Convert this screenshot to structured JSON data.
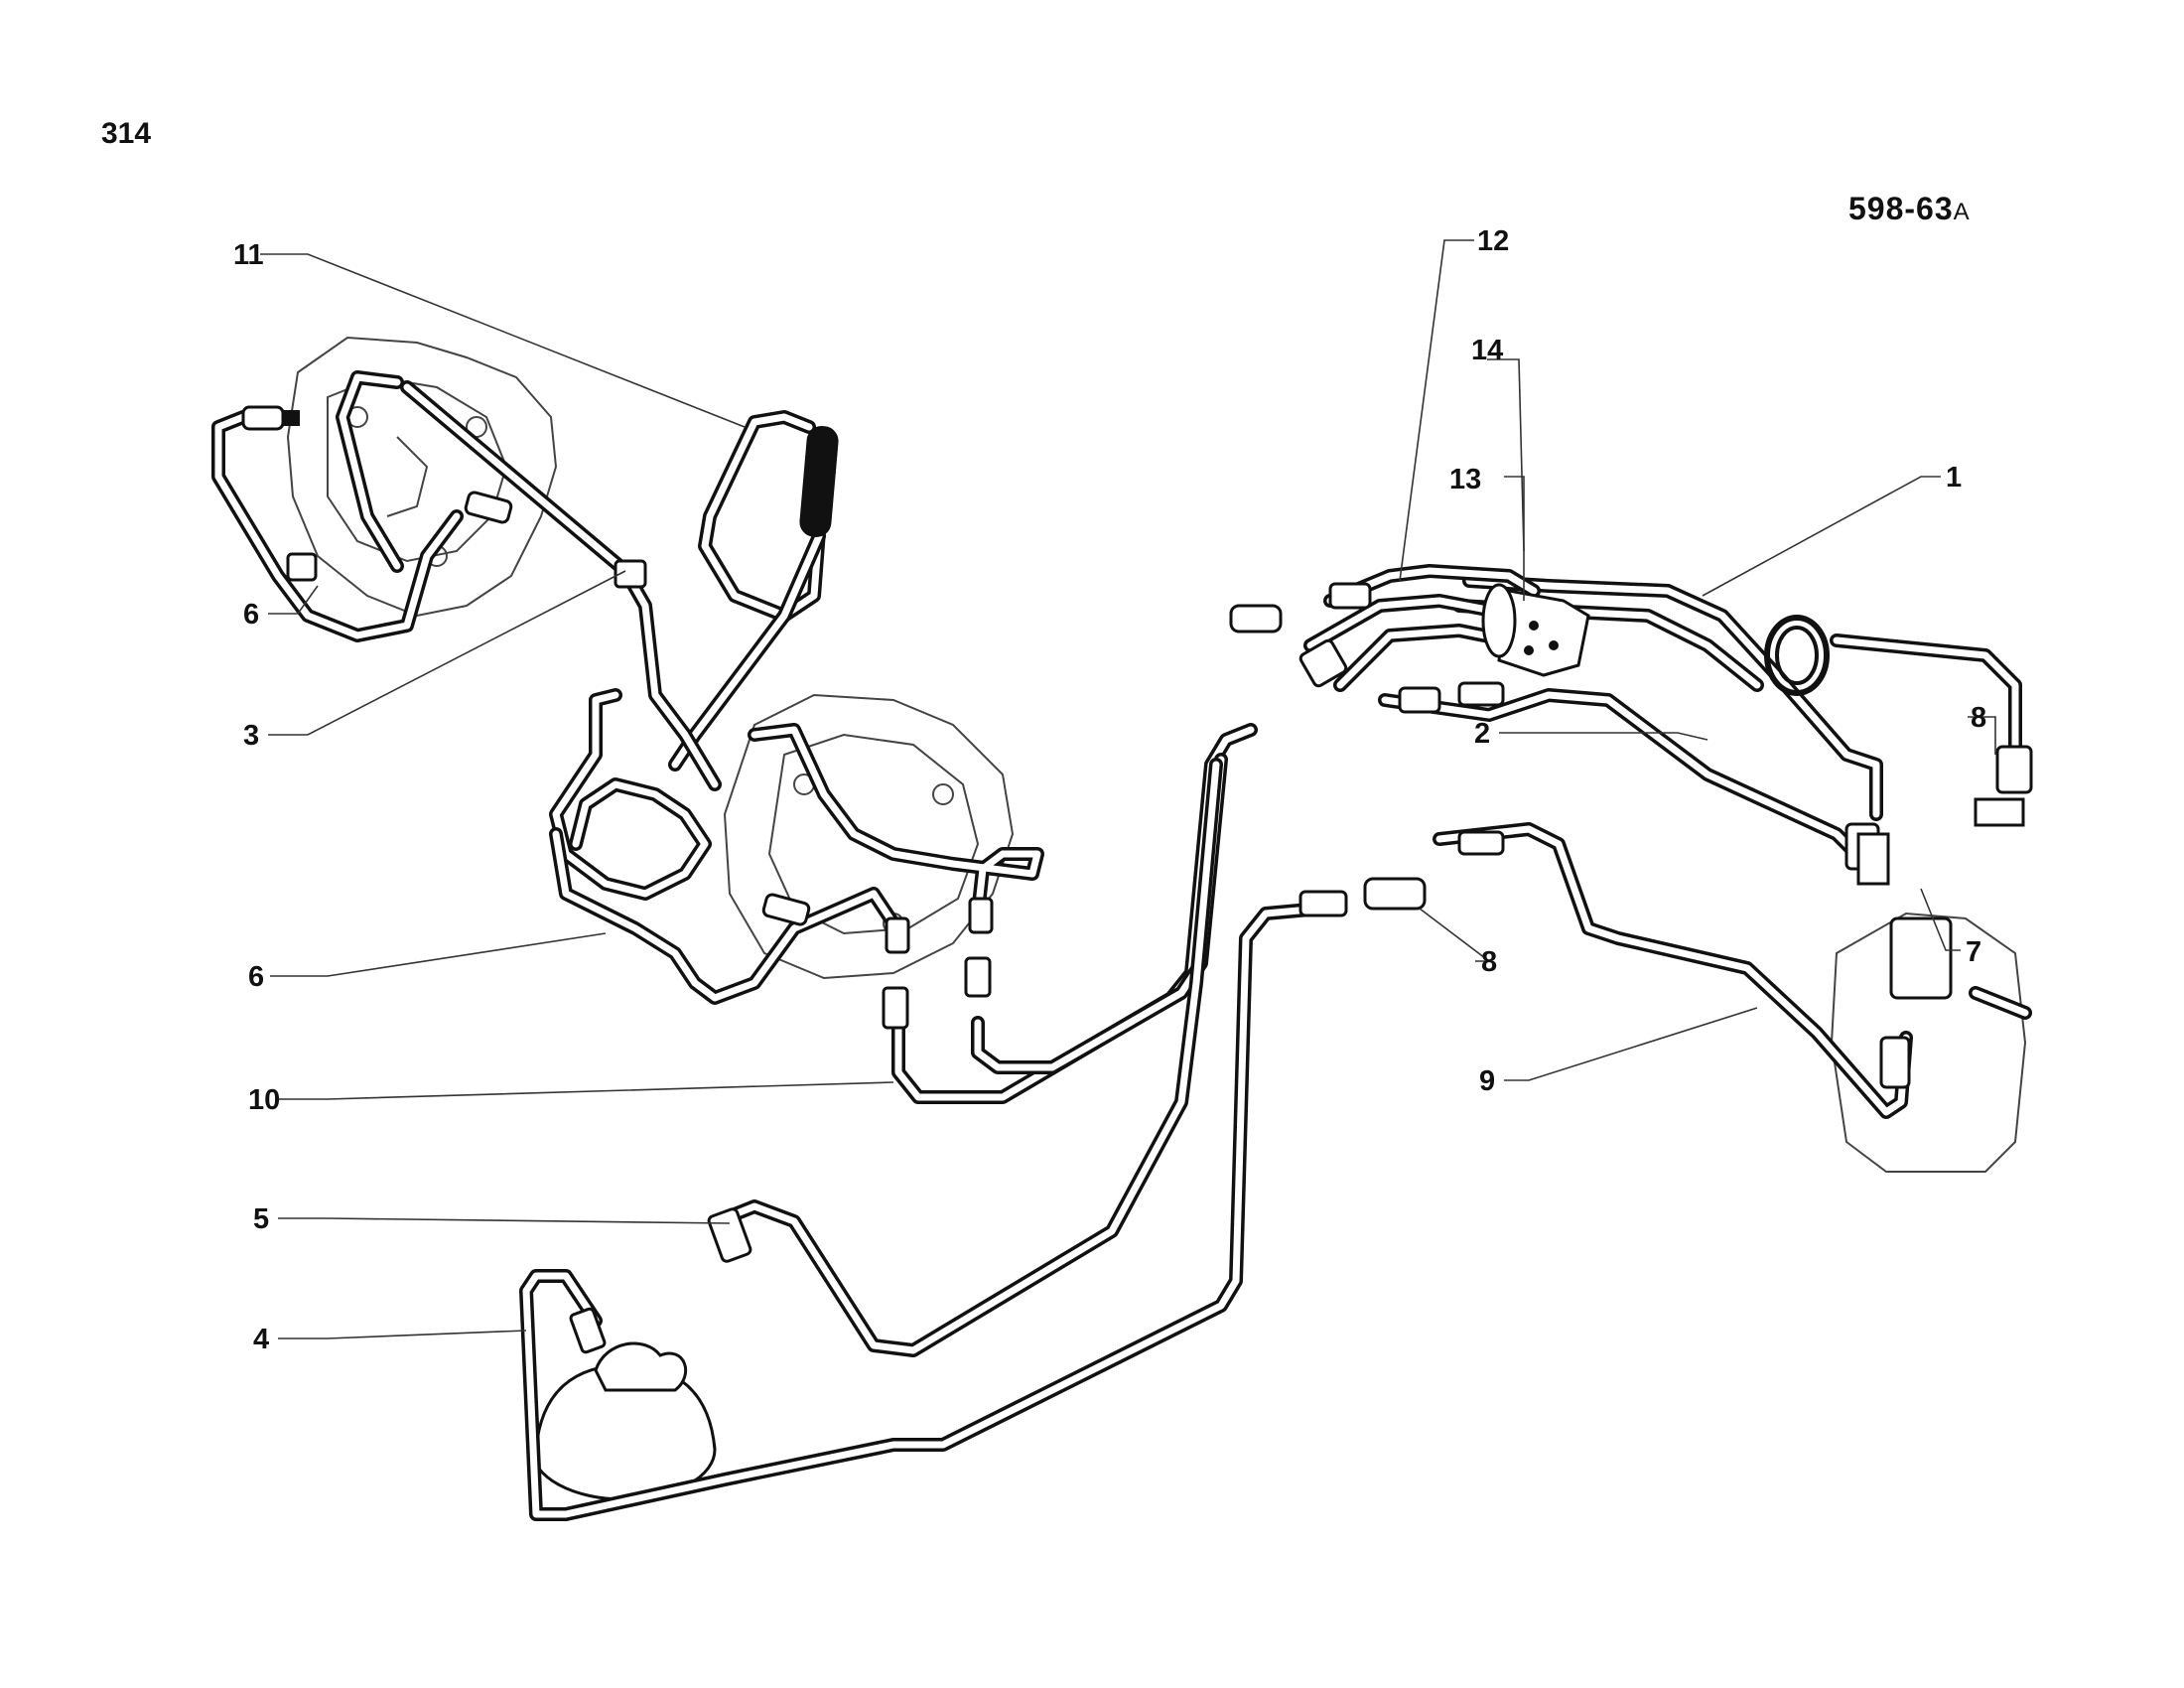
{
  "page": {
    "number": "314",
    "figure_code": "598-63",
    "figure_code_suffix": "A"
  },
  "callouts": [
    {
      "id": "c1",
      "label": "1"
    },
    {
      "id": "c2",
      "label": "2"
    },
    {
      "id": "c3",
      "label": "3"
    },
    {
      "id": "c4",
      "label": "4"
    },
    {
      "id": "c5",
      "label": "5"
    },
    {
      "id": "c6a",
      "label": "6"
    },
    {
      "id": "c6b",
      "label": "6"
    },
    {
      "id": "c7",
      "label": "7"
    },
    {
      "id": "c8a",
      "label": "8"
    },
    {
      "id": "c8b",
      "label": "8"
    },
    {
      "id": "c9",
      "label": "9"
    },
    {
      "id": "c10",
      "label": "10"
    },
    {
      "id": "c11",
      "label": "11"
    },
    {
      "id": "c12",
      "label": "12"
    },
    {
      "id": "c13",
      "label": "13"
    },
    {
      "id": "c14",
      "label": "14"
    }
  ]
}
